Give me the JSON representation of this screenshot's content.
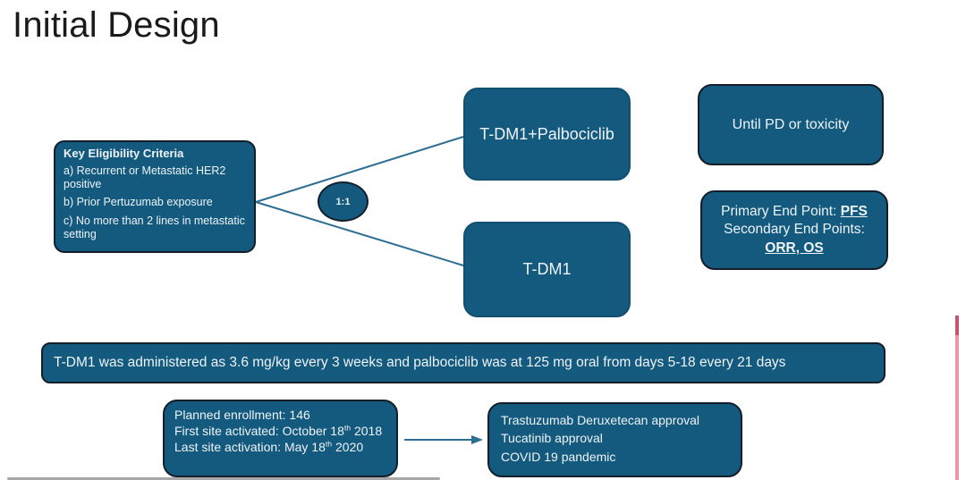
{
  "slide": {
    "title": "Initial Design",
    "eligibility": {
      "title": "Key Eligibility Criteria",
      "items": [
        "a) Recurrent or Metastatic HER2 positive",
        "b) Prior Pertuzumab exposure",
        "c) No more than 2 lines in metastatic setting"
      ]
    },
    "randomization": "1:1",
    "arm_top": "T-DM1+Palbociclib",
    "arm_bottom": "T-DM1",
    "duration": "Until PD or toxicity",
    "endpoints": {
      "primary_prefix": "Primary End Point: ",
      "primary_value": "PFS",
      "secondary_prefix": "Secondary End Points:",
      "secondary_value": "ORR, OS"
    },
    "dosing_note": "T-DM1 was administered as 3.6 mg/kg every 3 weeks and palbociclib was at 125 mg oral from days 5-18 every 21 days",
    "enrollment": {
      "planned": "Planned enrollment: 146",
      "first_site_pre": "First site activated: October 18",
      "date_suffix": "th",
      "first_site_post": " 2018",
      "last_site_pre": "Last site activation: May 18",
      "last_site_post": " 2020"
    },
    "events": [
      "Trastuzumab Deruxetecan approval",
      "Tucatinib approval",
      "COVID 19 pandemic"
    ]
  },
  "colors": {
    "box_fill": "#145A7E",
    "box_border": "#131E29",
    "connector_line": "#2C6D94",
    "box_text": "#EDF3F7",
    "title_text": "#1A1A1A",
    "marker_pink": "#EF93A9"
  }
}
